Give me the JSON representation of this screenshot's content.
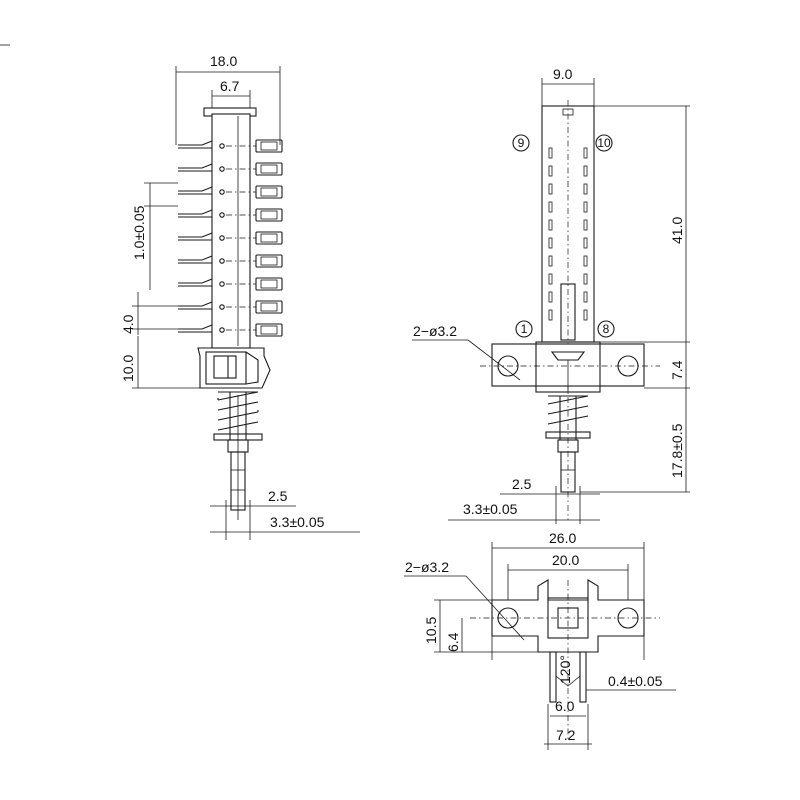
{
  "side_view": {
    "dims": {
      "overall_width": "18.0",
      "body_width": "6.7",
      "pin_pitch": "1.0±0.05",
      "pin_offset": "4.0",
      "bracket_height": "10.0",
      "stem_inner": "2.5",
      "stem_outer": "3.3±0.05"
    }
  },
  "front_view": {
    "dims": {
      "body_width": "9.0",
      "body_height": "41.0",
      "mount_holes": "2−ø3.2",
      "bracket_height": "7.4",
      "stem_length": "17.8±0.5",
      "stem_inner": "2.5",
      "stem_outer": "3.3±0.05"
    },
    "pin_markers": [
      "9",
      "10",
      "1",
      "8"
    ]
  },
  "bottom_view": {
    "dims": {
      "overall_width": "26.0",
      "hole_spacing": "20.0",
      "mount_holes": "2−ø3.2",
      "height": "10.5",
      "hole_height": "6.4",
      "angle": "120°",
      "slot": "0.4±0.05",
      "inner_width": "6.0",
      "outer_width": "7.2"
    }
  }
}
